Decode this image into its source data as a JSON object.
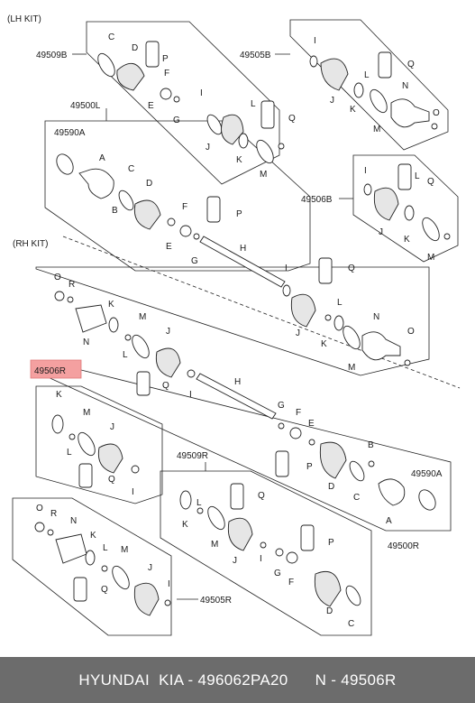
{
  "sections": {
    "lh_kit": "(LH KIT)",
    "rh_kit": "(RH KIT)"
  },
  "assemblies": {
    "lh_inner_boot_kit": "49509B",
    "lh_outer_boot_kit": "49505B",
    "lh_shaft_assy": "49500L",
    "lh_outer_joint": "49590A",
    "lh_outer_kit": "49506B",
    "rh_outer_kit_highlight": "49506R",
    "rh_inner_boot_kit": "49509R",
    "rh_outer_joint": "49590A",
    "rh_shaft_assy": "49500R",
    "rh_outer_boot_kit": "49505R"
  },
  "highlight_color": "#f4a0a0",
  "footer": {
    "text": "HYUNDAI  KIA - 496062PA20      N - 49506R"
  }
}
